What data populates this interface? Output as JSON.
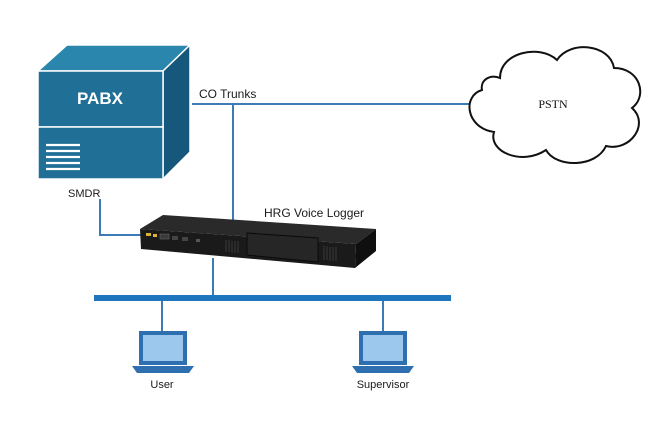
{
  "labels": {
    "pabx": "PABX",
    "co_trunks": "CO Trunks",
    "pstn": "PSTN",
    "smdr": "SMDR",
    "logger": "HRG Voice Logger",
    "user": "User",
    "supervisor": "Supervisor"
  },
  "colors": {
    "line": "#3c7ab8",
    "pabx_front": "#1f6f96",
    "pabx_top": "#2b86ad",
    "pabx_side": "#16587b",
    "bus": "#1f76bd",
    "laptop": "#2e6fb0",
    "laptop_screen": "#9cc8ee"
  },
  "icons": [
    "pabx-box-icon",
    "cloud-icon",
    "voice-logger-device-icon",
    "laptop-icon"
  ]
}
